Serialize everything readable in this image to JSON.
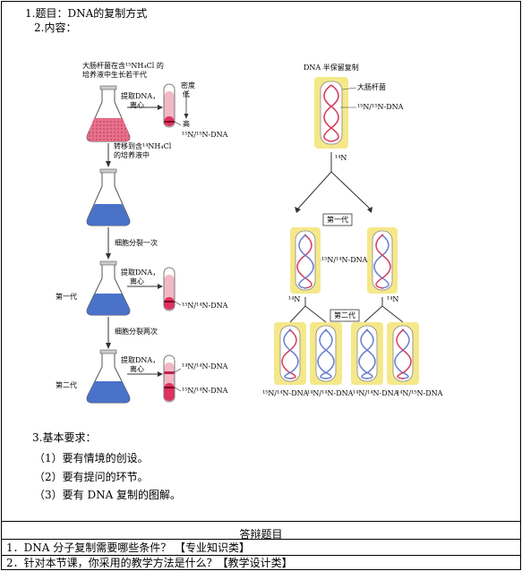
{
  "header": {
    "title": "1.题目：DNA的复制方式",
    "content_label": "2.内容："
  },
  "left_fig": {
    "top_caption_line1": "大肠杆菌在含¹⁵NH₄Cl 的",
    "top_caption_line2": "培养液中生长若干代",
    "extract1": "提取DNA，",
    "centrifuge1": "离心",
    "density": "密度",
    "low": "低",
    "high": "高",
    "dna1": "¹⁵N/¹⁵N-DNA",
    "transfer_line1": "转移到含¹⁴NH₄Cl",
    "transfer_line2": "的培养液中",
    "divide_once": "细胞分裂一次",
    "gen1": "第一代",
    "extract2": "提取DNA，",
    "centrifuge2": "离心",
    "dna2": "¹⁵N/¹⁴N-DNA",
    "divide_twice": "细胞分裂两次",
    "gen2": "第二代",
    "extract3": "提取DNA，",
    "centrifuge3": "离心",
    "dna3a": "¹⁴N/¹⁴N-DNA",
    "dna3b": "¹⁵N/¹⁴N-DNA"
  },
  "right_fig": {
    "title": "DNA 半保留复制",
    "ecoli": "大肠杆菌",
    "dna_top": "¹⁵N/¹⁵N-DNA",
    "n14_a": "¹⁴N",
    "gen1": "第一代",
    "dna_gen1": "¹⁵N/¹⁴N-DNA",
    "n14_b": "¹⁴N",
    "n14_c": "¹⁴N",
    "gen2": "第二代",
    "b1": "¹⁵N/¹⁴N-DNA",
    "b2": "¹⁴N/¹⁴N-DNA",
    "b3": "¹⁴N/¹⁴N-DNA",
    "b4": "¹⁴N/¹⁵N-DNA"
  },
  "requirements": {
    "heading": "3.基本要求：",
    "items": [
      "（1）要有情境的创设。",
      "（2）要有提问的环节。",
      "（3）要有 DNA 复制的图解。"
    ]
  },
  "qa": {
    "title": "答辩题目",
    "q1": "1．DNA 分子复制需要哪些条件？ 【专业知识类】",
    "q2": "2．针对本节课，你采用的教学方法是什么？【教学设计类】"
  },
  "colors": {
    "flask_red": "#e8708a",
    "flask_blue": "#4a72c8",
    "yellow_frame": "#f5e88a",
    "strand_red": "#d64060",
    "strand_blue": "#6a80d0"
  }
}
